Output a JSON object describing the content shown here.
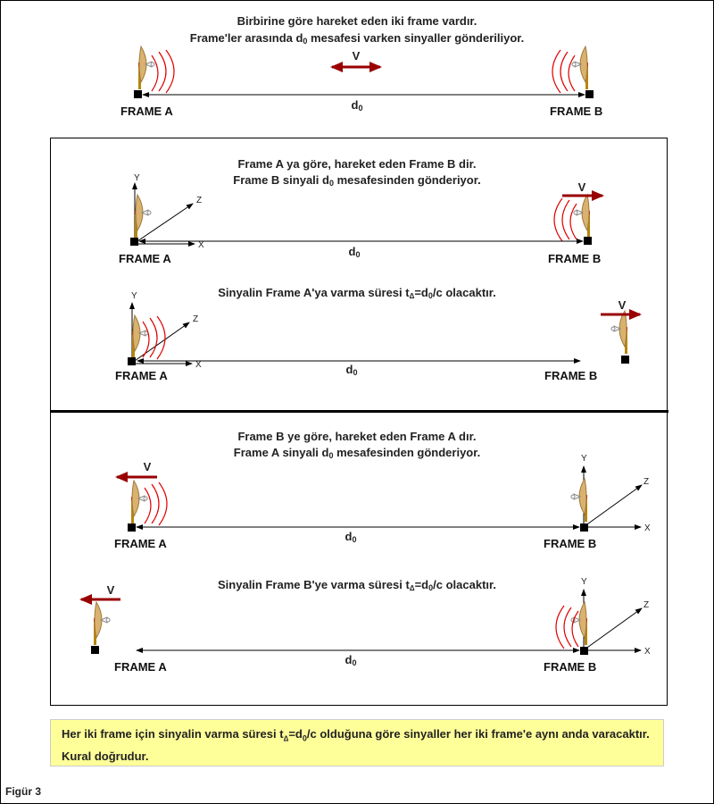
{
  "top": {
    "line1": "Birbirine göre hareket eden iki frame vardır.",
    "line2_pre": "Frame'ler arasında d",
    "line2_sub": "0",
    "line2_post": " mesafesi varken sinyaller gönderiliyor.",
    "velocity_label": "V",
    "distance_label": "d",
    "distance_sub": "0",
    "frame_a": "FRAME A",
    "frame_b": "FRAME B"
  },
  "panel1": {
    "line1": "Frame A ya göre, hareket eden Frame B dir.",
    "line2_pre": "Frame B sinyali d",
    "line2_sub": "0",
    "line2_post": " mesafesinden gönderiyor.",
    "velocity_label": "V",
    "distance_label": "d",
    "distance_sub": "0",
    "frame_a": "FRAME A",
    "frame_b": "FRAME B",
    "axes": {
      "x": "X",
      "y": "Y",
      "z": "Z"
    }
  },
  "panel2": {
    "line_pre": "Sinyalin Frame A'ya varma süresi t",
    "line_sub": "Δ",
    "line_post": "=d",
    "line_sub2": "0",
    "line_post2": "/c olacaktır.",
    "velocity_label": "V",
    "distance_label": "d",
    "distance_sub": "0",
    "frame_a": "FRAME A",
    "frame_b": "FRAME B",
    "axes": {
      "x": "X",
      "y": "Y",
      "z": "Z"
    }
  },
  "panel3": {
    "line1": "Frame B ye göre, hareket eden Frame A dır.",
    "line2_pre": "Frame A  sinyali d",
    "line2_sub": "0",
    "line2_post": "  mesafesinden gönderiyor.",
    "velocity_label": "V",
    "distance_label": "d",
    "distance_sub": "0",
    "frame_a": "FRAME A",
    "frame_b": "FRAME B",
    "axes": {
      "x": "X",
      "y": "Y",
      "z": "Z"
    }
  },
  "panel4": {
    "line_pre": "Sinyalin Frame B'ye varma süresi t",
    "line_sub": "Δ",
    "line_post": "=d",
    "line_sub2": "0",
    "line_post2": "/c olacaktır.",
    "velocity_label": "V",
    "distance_label": "d",
    "distance_sub": "0",
    "frame_a": "FRAME A",
    "frame_b": "FRAME B",
    "axes": {
      "x": "X",
      "y": "Y",
      "z": "Z"
    }
  },
  "note": {
    "pre": "Her iki frame için sinyalin varma süresi t",
    "sub": "Δ",
    "mid": "=d",
    "sub2": "0",
    "post": "/c  olduğuna göre sinyaller her iki frame'e aynı anda varacaktır. Kural doğrudur."
  },
  "figure_label": "Figür 3",
  "colors": {
    "velocity_arrow": "#990000",
    "signal_wave": "#e00000",
    "dish": "#d9b26f",
    "note_bg": "#ffff99"
  }
}
